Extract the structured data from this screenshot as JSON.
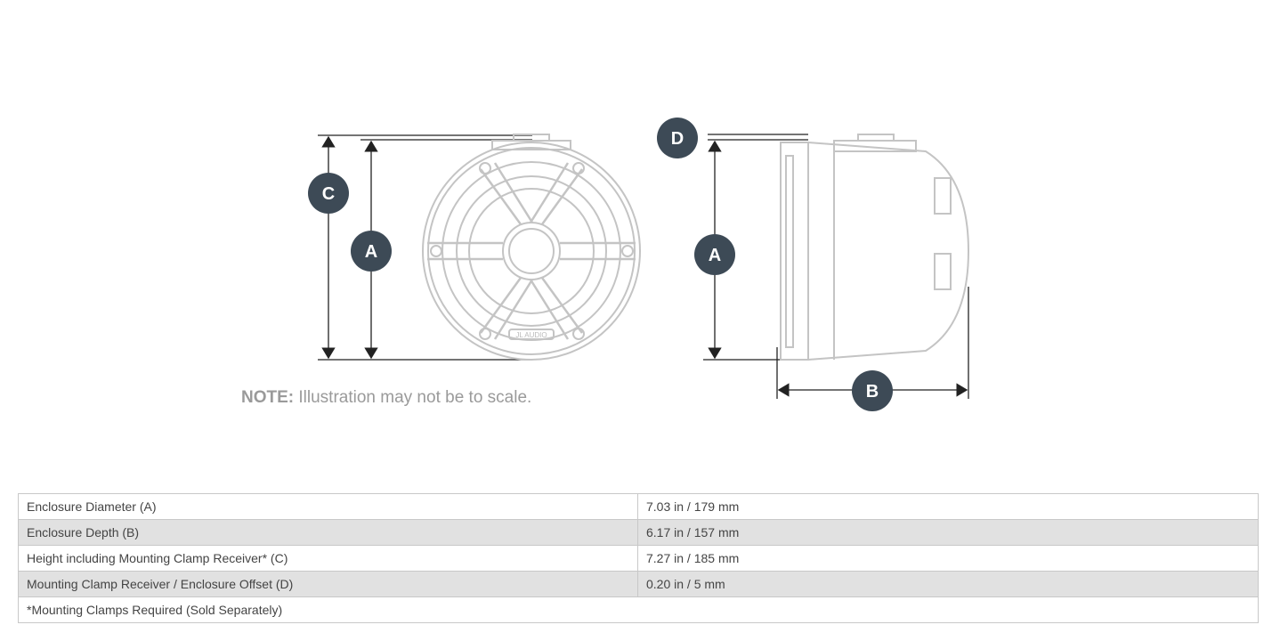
{
  "diagram": {
    "labels": {
      "a": "A",
      "b": "B",
      "c": "C",
      "d": "D"
    },
    "brand_mark": "JL AUDIO",
    "note_bold": "NOTE:",
    "note_text": " Illustration may not be to scale.",
    "badge_color": "#3d4a56"
  },
  "specs": {
    "rows": [
      {
        "label": "Enclosure Diameter (A)",
        "value": "7.03 in / 179 mm"
      },
      {
        "label": "Enclosure Depth (B)",
        "value": "6.17 in / 157 mm"
      },
      {
        "label": "Height including Mounting Clamp Receiver* (C)",
        "value": "7.27 in / 185 mm"
      },
      {
        "label": "Mounting Clamp Receiver / Enclosure Offset (D)",
        "value": "0.20 in / 5 mm"
      }
    ],
    "footnote": "*Mounting Clamps Required (Sold Separately)"
  }
}
